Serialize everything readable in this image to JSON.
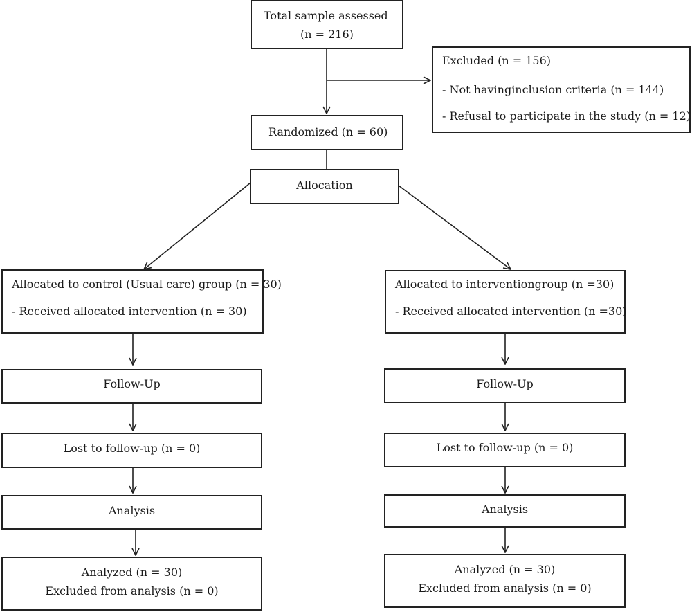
{
  "total": {
    "line1": "Total sample assessed",
    "line2": "(n = 216)"
  },
  "excluded": {
    "title": "Excluded (n = 156)",
    "item1": "- Not havinginclusion criteria (n = 144)",
    "item2": "- Refusal to participate in the study (n = 12)"
  },
  "randomized": "Randomized (n = 60)",
  "allocation": "Allocation",
  "left": {
    "allocated": "Allocated to control (Usual care) group (n =  30)",
    "received": "- Received allocated intervention (n = 30)",
    "follow_up": "Follow-Up",
    "lost": "Lost to follow-up (n = 0)",
    "analysis": "Analysis",
    "analyzed": "Analyzed (n = 30)",
    "excluded_analysis": "Excluded from analysis (n = 0)"
  },
  "right": {
    "allocated": "Allocated to interventiongroup (n =30)",
    "received": "- Received allocated intervention (n =30)",
    "follow_up": "Follow-Up",
    "lost": "Lost to follow-up (n = 0)",
    "analysis": "Analysis",
    "analyzed": "Analyzed (n = 30)",
    "excluded_analysis": "Excluded from analysis (n = 0)"
  }
}
